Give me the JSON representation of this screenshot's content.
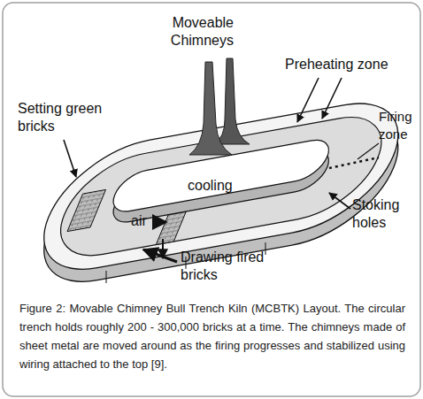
{
  "diagram": {
    "caption": "Figure 2: Movable Chimney Bull Trench Kiln (MCBTK) Layout. The circular trench holds roughly 200 - 300,000 bricks at a time. The chimneys made of sheet metal are moved around as the firing progresses and stabilized using wiring attached to the top [9].",
    "labels": [
      "Moveable Chimneys",
      "Preheating zone",
      "Setting green bricks",
      "Firing zone",
      "cooling",
      "air",
      "Stoking holes",
      "Drawing fired bricks"
    ]
  }
}
